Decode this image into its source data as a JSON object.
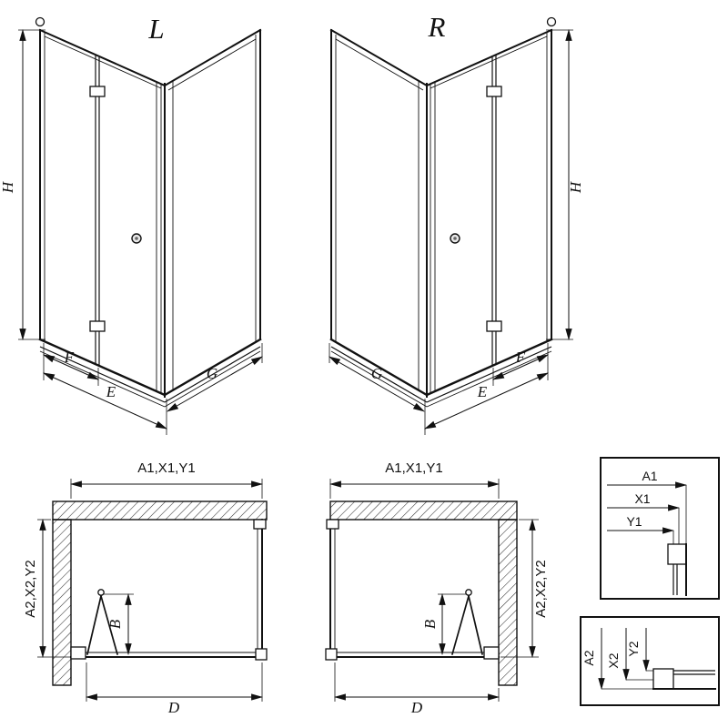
{
  "figures": {
    "iso_left": {
      "label": "L",
      "h": "H",
      "f": "F",
      "e": "E",
      "g": "G"
    },
    "iso_right": {
      "label": "R",
      "h": "H",
      "f": "F",
      "e": "E",
      "g": "G"
    },
    "plan_left": {
      "top": "A1,X1,Y1",
      "side": "A2,X2,Y2",
      "b": "B",
      "d": "D"
    },
    "plan_right": {
      "top": "A1,X1,Y1",
      "side": "A2,X2,Y2",
      "b": "B",
      "d": "D"
    },
    "detail_top": {
      "d1": "A1",
      "d2": "X1",
      "d3": "Y1"
    },
    "detail_bottom": {
      "d1": "A2",
      "d2": "X2",
      "d3": "Y2"
    }
  }
}
